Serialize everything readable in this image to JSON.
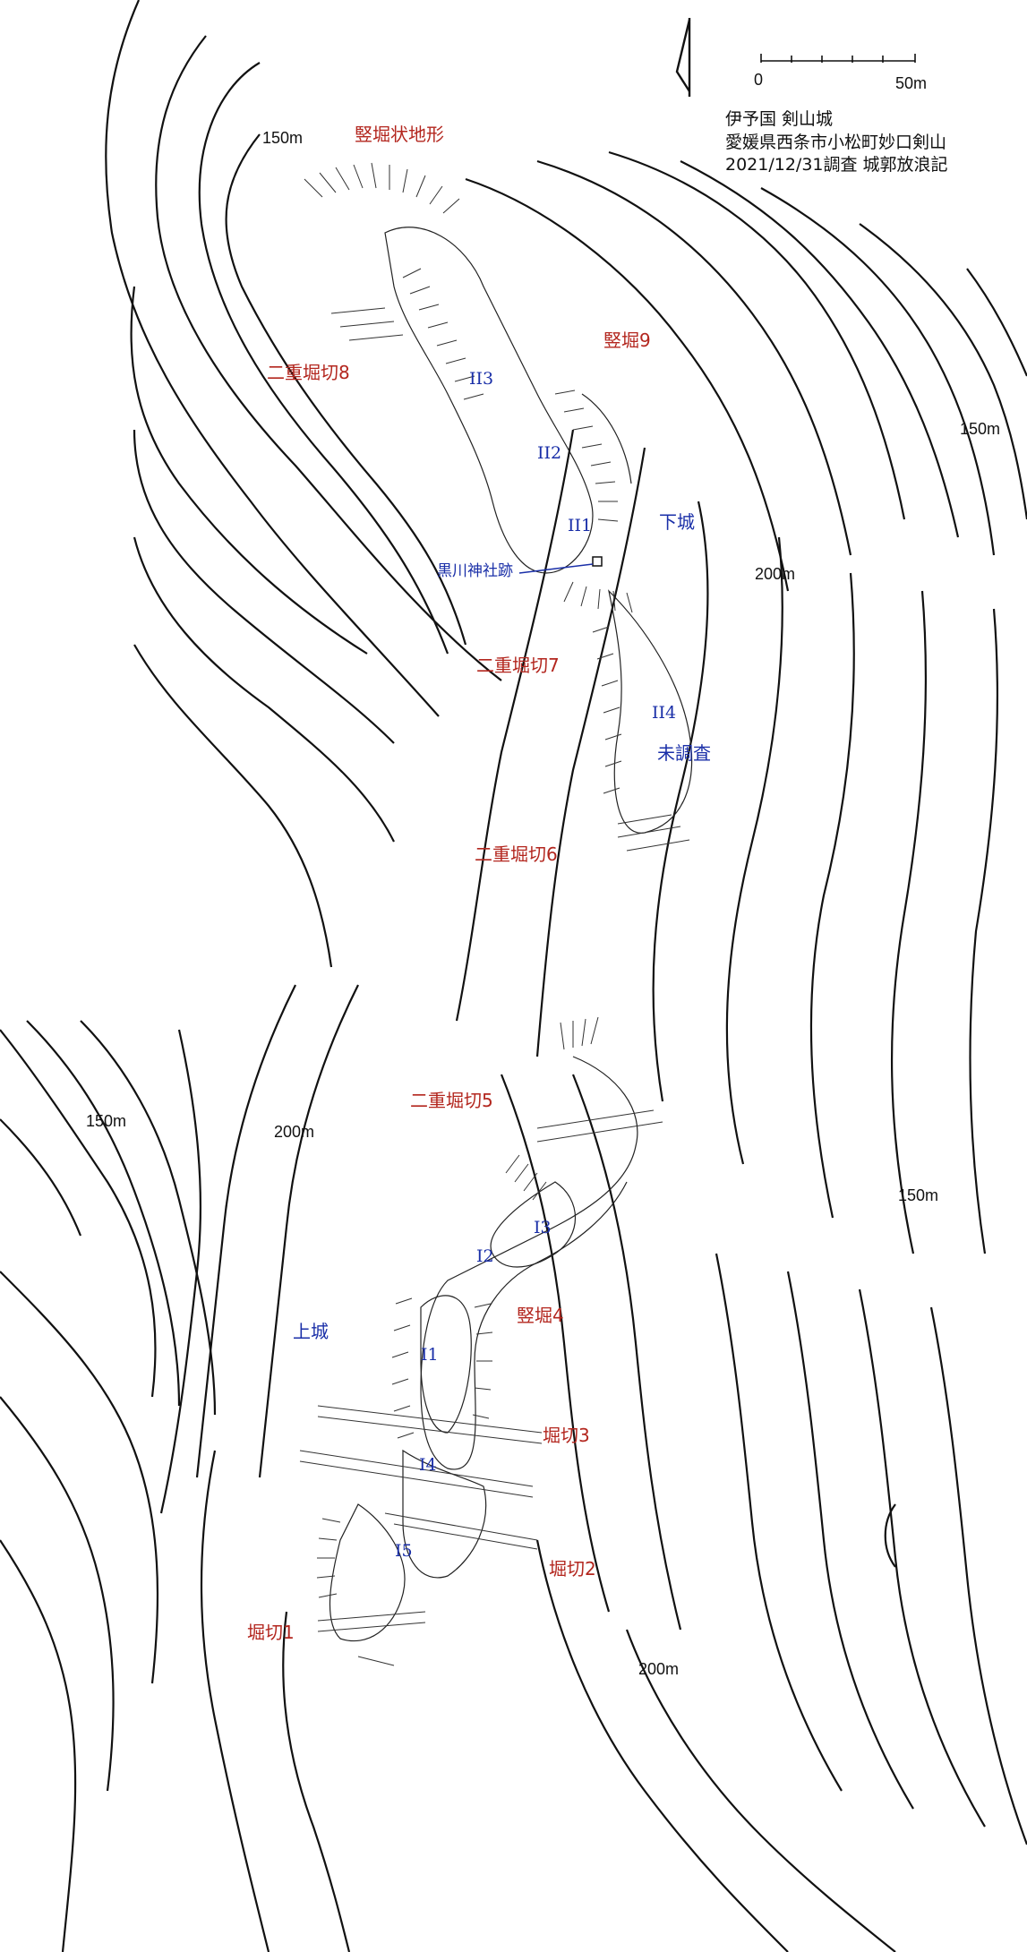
{
  "title": {
    "line1": "伊予国 剣山城",
    "line2": "愛媛県西条市小松町妙口剣山",
    "line3": "2021/12/31調査 城郭放浪記"
  },
  "scale": {
    "zero": "0",
    "max": "50m"
  },
  "contours": {
    "c150_top": "150m",
    "c150_right": "150m",
    "c200_mid_right": "200m",
    "c150_left": "150m",
    "c200_left": "200m",
    "c150_lower_right": "150m",
    "c200_bottom": "200m"
  },
  "features": {
    "tatebori_shape": "竪堀状地形",
    "nijuu_horikiri8": "二重堀切8",
    "tatebori9": "竪堀9",
    "shimojo": "下城",
    "kurokawa_shrine": "黒川神社跡",
    "nijuu_horikiri7": "二重堀切7",
    "misurvey": "未調査",
    "nijuu_horikiri6": "二重堀切6",
    "nijuu_horikiri5": "二重堀切5",
    "kamijo": "上城",
    "tatebori4": "竪堀4",
    "horikiri3": "堀切3",
    "horikiri2": "堀切2",
    "horikiri1": "堀切1"
  },
  "enclosures": {
    "ii1": "II1",
    "ii2": "II2",
    "ii3": "II3",
    "ii4": "II4",
    "i1": "I1",
    "i2": "I2",
    "i3": "I3",
    "i4": "I4",
    "i5": "I5"
  }
}
